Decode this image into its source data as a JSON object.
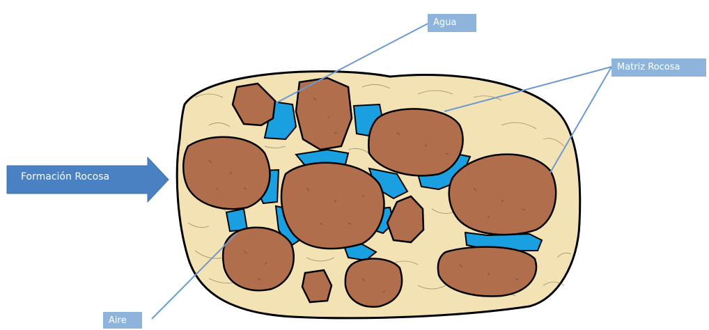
{
  "labels": {
    "agua": "Agua",
    "matriz_rocosa": "Matriz Rocosa",
    "aire": "Aire",
    "formacion_rocosa": "Formación Rocosa"
  },
  "colors": {
    "formation_fill": "#f3e2b4",
    "grain_fill": "#b06e4c",
    "water_fill": "#1aa0e0",
    "outline": "#000000",
    "label_box": "#8fb4dc",
    "arrow_fill": "#4a81c3",
    "leader_line": "#6a9ad0"
  }
}
